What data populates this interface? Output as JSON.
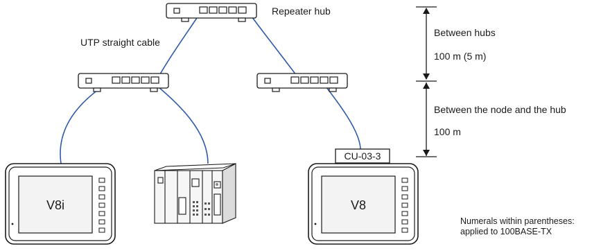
{
  "labels": {
    "repeater_hub": "Repeater hub",
    "cable": "UTP straight cable",
    "between_hubs": "Between hubs",
    "between_hubs_distance": "100 m (5 m)",
    "node_hub": "Between the node and the hub",
    "node_hub_distance": "100 m",
    "cu_unit": "CU-03-3",
    "panel_left": "V8i",
    "panel_right": "V8",
    "note_line1": "Numerals within parentheses:",
    "note_line2": "applied to 100BASE-TX"
  },
  "colors": {
    "cable": "#2e5aa8",
    "outline": "#1a1a1a",
    "screen": "#f3f3f3"
  }
}
